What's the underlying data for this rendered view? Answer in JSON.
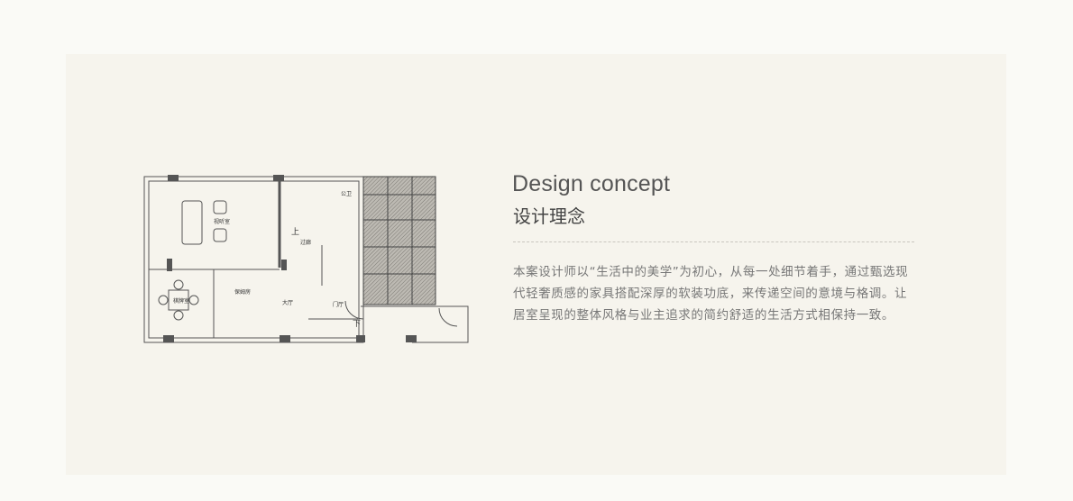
{
  "concept": {
    "title_en": "Design concept",
    "title_cn": "设计理念",
    "body": "本案设计师以“生活中的美学”为初心，从每一处细节着手，通过甄选现代轻奢质感的家具搭配深厚的软装功底，来传递空间的意境与格调。让居室呈现的整体风格与业主追求的简约舒适的生活方式相保持一致。"
  },
  "floor_plan": {
    "rooms": {
      "audio_room": "视听室",
      "public_bath": "公卫",
      "up": "上",
      "corridor": "过廊",
      "chess_room": "棋牌室",
      "nanny_room": "保姆房",
      "hall": "大厅",
      "foyer": "门厅",
      "down": "下"
    }
  }
}
